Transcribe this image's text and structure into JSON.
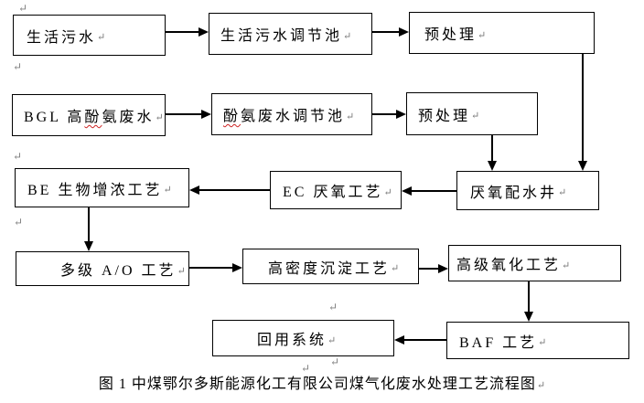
{
  "figure": {
    "caption": "图 1 中煤鄂尔多斯能源化工有限公司煤气化废水处理工艺流程图"
  },
  "marks": {
    "return_mark": "↵",
    "paragraph_mark": "↵"
  },
  "nodes": {
    "domestic_sewage": {
      "label": "生活污水"
    },
    "domestic_sewage_tank": {
      "label": "生活污水调节池"
    },
    "pretreatment_1": {
      "label": "预处理"
    },
    "bgl_wastewater": {
      "pre": "BGL 高",
      "typo": "酚",
      "post": "氨废水"
    },
    "phenol_ammonia_tank": {
      "typo": "酚",
      "post": "氨废水调节池"
    },
    "pretreatment_2": {
      "label": "预处理"
    },
    "be_bio_concentration": {
      "label": "BE 生物增浓工艺"
    },
    "ec_anaerobic": {
      "label": "EC 厌氧工艺"
    },
    "anaerobic_distribution_well": {
      "label": "厌氧配水井"
    },
    "multistage_ao": {
      "label": "多级 A/O 工艺"
    },
    "high_density_sedimentation": {
      "label": "高密度沉淀工艺"
    },
    "advanced_oxidation": {
      "label": "高级氧化工艺"
    },
    "reuse_system": {
      "label": "回用系统"
    },
    "baf_process": {
      "label": "BAF 工艺"
    }
  },
  "colors": {
    "line": "#000000",
    "spellcheck_underline": "#cc2222",
    "paragraph_mark": "#808080",
    "background": "#ffffff"
  }
}
